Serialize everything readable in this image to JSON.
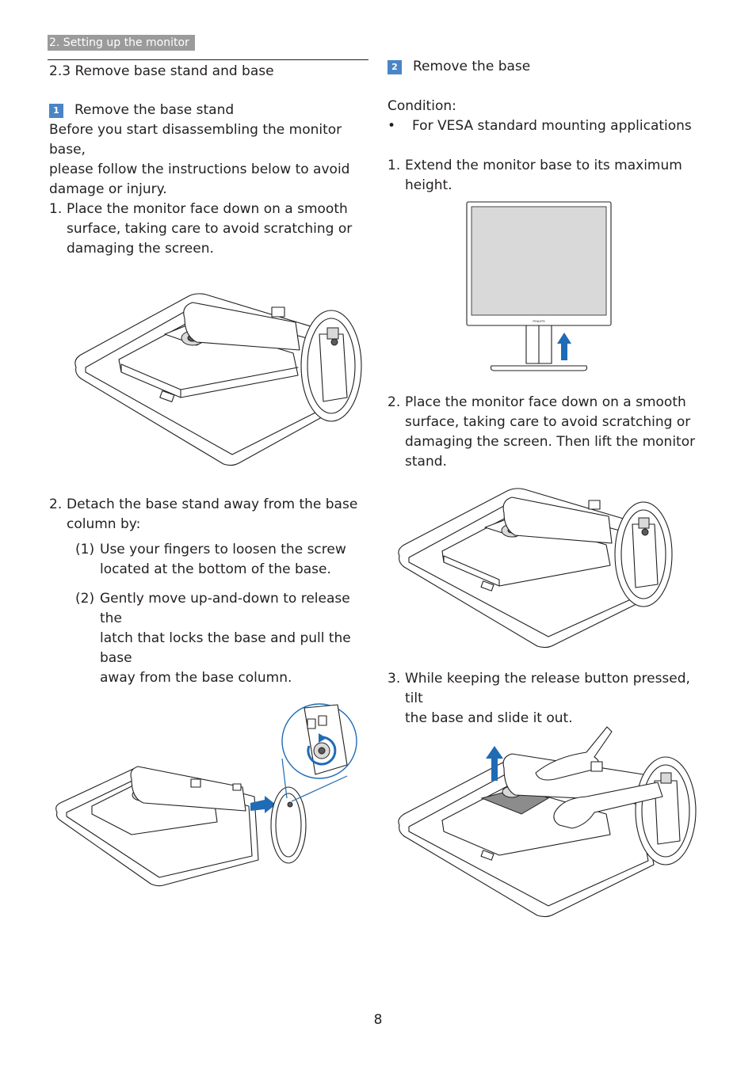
{
  "header": {
    "chapter_tab": "2. Setting up the monitor",
    "section_title": "2.3 Remove base stand and base"
  },
  "left": {
    "step1": {
      "badge": "1",
      "title": "Remove the base stand",
      "intro_lines": [
        "Before you start disassembling the monitor base,",
        "please follow the instructions below to avoid",
        "damage or injury."
      ],
      "item1": {
        "num": "1.",
        "lines": [
          "Place the monitor face down on a smooth",
          "surface, taking care to avoid scratching or",
          "damaging the screen."
        ]
      },
      "item2": {
        "num": "2.",
        "lines": [
          "Detach the base stand away from the base",
          "column by:"
        ],
        "sub1": {
          "num": "(1)",
          "lines": [
            "Use your fingers to loosen the screw",
            "located at the bottom of the base."
          ]
        },
        "sub2": {
          "num": "(2)",
          "lines": [
            "Gently move up-and-down to release the",
            "latch that locks the base and pull the base",
            "away from the base column."
          ]
        }
      }
    }
  },
  "right": {
    "step2": {
      "badge": "2",
      "title": "Remove the base",
      "condition_label": "Condition:",
      "bullet_glyph": "•",
      "bullet_text": "For VESA standard mounting applications",
      "item1": {
        "num": "1.",
        "lines": [
          "Extend the monitor base to its maximum",
          "height."
        ]
      },
      "item2": {
        "num": "2.",
        "lines": [
          "Place the monitor face down on a smooth",
          "surface, taking care to avoid scratching or",
          "damaging the screen. Then lift the monitor",
          "stand."
        ]
      },
      "item3": {
        "num": "3.",
        "lines": [
          "While keeping the release button pressed, tilt",
          "the base and slide it out."
        ]
      }
    }
  },
  "monitor_brand": "PHILIPS",
  "accent_color": "#4a86c5",
  "arrow_color": "#1f6bb5",
  "page_number": "8"
}
